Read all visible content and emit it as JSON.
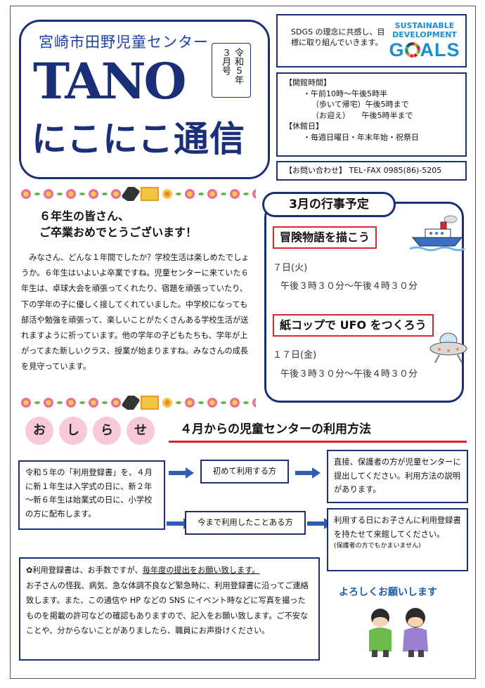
{
  "header": {
    "center_name": "宮崎市田野児童センター",
    "logo_text": "TANO",
    "subtitle": "にこにこ通信",
    "era": "令和５年",
    "month": "３月号"
  },
  "sdgs": {
    "text": "SDGS の理念に共感し、目標に取り組んでいきます。",
    "logo_line1": "SUSTAINABLE",
    "logo_line2": "DEVELOPMENT",
    "logo_goals_g": "G",
    "logo_goals_als": "ALS"
  },
  "hours": {
    "label_open": "【開館時間】",
    "open_1": "・午前10時～午後5時半",
    "open_2": "（歩いて帰宅）午後5時まで",
    "open_3": "（お迎え）　　午後5時半まで",
    "label_closed": "【休館日】",
    "closed": "・毎週日曜日・年末年始・祝祭日"
  },
  "contact": {
    "text": "【お問い合わせ】 TEL･FAX  0985(86)-5205"
  },
  "greeting": {
    "title_1": "６年生の皆さん、",
    "title_2": "ご卒業おめでとうございます！",
    "body": "みなさん、どんな１年間でしたか？学校生活は楽しめたでしょうか。６年生はいよいよ卒業ですね。児童センターに来ていた６年生は、卓球大会を頑張ってくれたり、宿題を頑張っていたり、下の学年の子に優しく接してくれていました。中学校になっても部活や勉強を頑張って、楽しいことがたくさんある学校生活が送れますように祈っています。他の学年の子どもたちも、学年が上がってまた新しいクラス、授業が始まりますね。みなさんの成長を見守っています。"
  },
  "events": {
    "heading": "3月の行事予定",
    "items": [
      {
        "title": "冒険物語を描こう",
        "date": "７日(火)",
        "time": "午後３時３０分～午後４時３０分"
      },
      {
        "title": "紙コップで UFO をつくろう",
        "date": "１７日(金)",
        "time": "午後３時３０分～午後４時３０分"
      }
    ]
  },
  "notice": {
    "chars": [
      "お",
      "し",
      "ら",
      "せ"
    ],
    "heading": "４月からの児童センターの利用方法",
    "left_box": "令和５年の「利用登録書」を、４月に新１年生は入学式の日に、新２年～新６年生は始業式の日に、小学校の方に配布します。",
    "first_time": "初めて利用する方",
    "used_before": "今まで利用したことある方",
    "first_result": "直接、保護者の方が児童センターに提出してください。利用方法の説明があります。",
    "before_result": "利用する日にお子さんに利用登録書を持たせて来館してください。",
    "before_result_small": "(保護者の方でもかまいません)",
    "note_lead": "✿利用登録書は、お手数ですが、",
    "note_underline": "毎年度の提出をお願い致します。",
    "note_body": "お子さんの怪我、病気、急な体調不良など緊急時に、利用登録書に沿ってご連絡致します。また、この通信や HP などの SNS にイベント時などに写真を撮ったものを掲載の許可などの確認もありますので、記入をお願い致します。ご不安なことや、分からないことがありましたら、職員にお声掛けください。",
    "regards": "よろしくお願いします"
  },
  "colors": {
    "navy": "#1b2f78",
    "red": "#d7262c",
    "pink": "#f8c9d8",
    "sdgs_blue": "#1a8fd1"
  }
}
